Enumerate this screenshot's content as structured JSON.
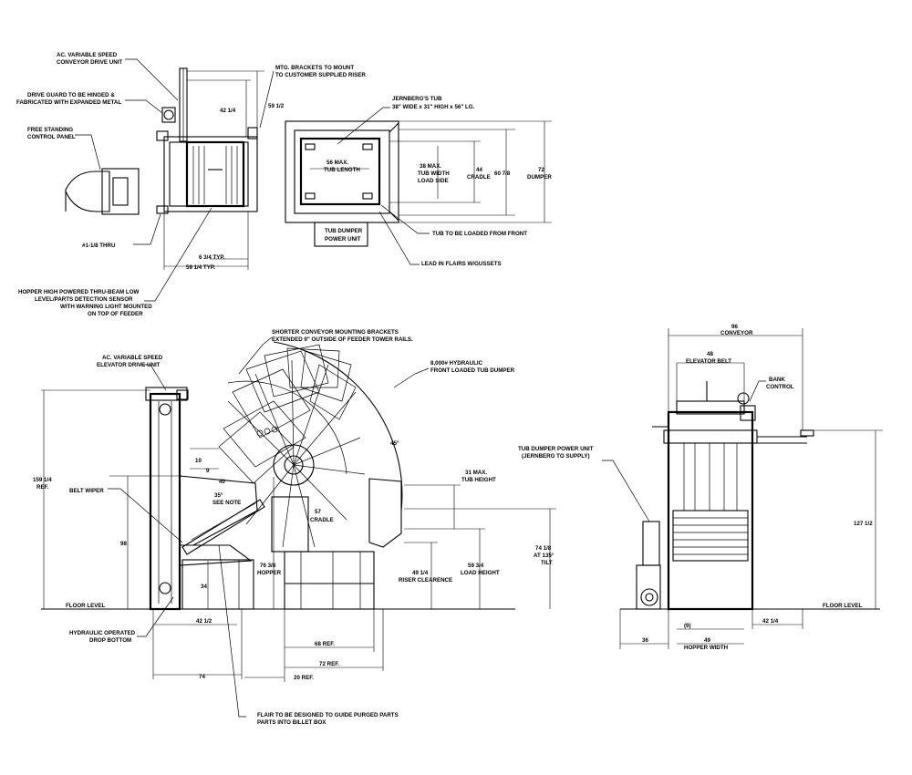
{
  "notes": {
    "ac_conveyor_drive": [
      "AC. VARIABLE SPEED",
      "CONVEYOR DRIVE UNIT"
    ],
    "drive_guard": [
      "DRIVE GUARD TO BE HINGED &",
      "FABRICATED WITH EXPANDED METAL"
    ],
    "control_panel": [
      "FREE STANDING",
      "CONTROL PANEL"
    ],
    "thru_hole": "#1-1/8 THRU",
    "hopper_sensor": [
      "HOPPER HIGH POWERED THRU-BEAM LOW",
      "LEVEL/PARTS DETECTION SENSOR",
      "WITH WARNING LIGHT MOUNTED",
      "ON TOP OF FEEDER"
    ],
    "mtg_brackets": [
      "MTG. BRACKETS TO MOUNT",
      "TO CUSTOMER SUPPLIED RISER"
    ],
    "jernbergs_tub": [
      "JERNBERG'S TUB",
      "38\" WIDE x 31\" HIGH x 56\" LG."
    ],
    "tub_loaded_front": "TUB TO BE LOADED FROM FRONT",
    "lead_in_flairs": "LEAD IN FLAIRS W/GUSSETS",
    "tub_dumper_power_unit_box": [
      "TUB DUMPER",
      "POWER UNIT"
    ],
    "shorter_conveyor": [
      "SHORTER CONVEYOR MOUNTING BRACKETS",
      "EXTENDED 9\" OUTSIDE OF FEEDER TOWER RAILS."
    ],
    "hydraulic_dumper": [
      "8,000# HYDRAULIC",
      "FRONT LOADED TUB DUMPER"
    ],
    "ac_elevator_drive": [
      "AC. VARIABLE SPEED",
      "ELEVATOR DRIVE UNIT"
    ],
    "belt_wiper": "BELT WIPER",
    "see_note": "SEE NOTE",
    "hydraulic_drop_bottom": [
      "HYDRAULIC OPERATED",
      "DROP BOTTOM"
    ],
    "flair_note": [
      "FLAIR TO BE DESIGNED TO GUIDE PURGED PARTS",
      "PARTS INTO BILLET BOX"
    ],
    "tub_dumper_power_unit_right": [
      "TUB DUMPER POWER UNIT",
      "(JERNBERG TO SUPPLY)"
    ],
    "bank_control": [
      "BANK",
      "CONTROL"
    ],
    "floor_level_left": "FLOOR LEVEL",
    "floor_level_right": "FLOOR LEVEL"
  },
  "dimensions": {
    "d42_14_top": "42 1/4",
    "d59_12": "59 1/2",
    "d6_34": "6 3/4 TYP.",
    "d59_14": "59 1/4 TYP.",
    "d56": [
      "56 MAX.",
      "TUB LENGTH"
    ],
    "d38": [
      "38 MAX.",
      "TUB WIDTH",
      "LOAD SIDE"
    ],
    "d44": [
      "44",
      "CRADLE"
    ],
    "d60_78": "60 7/8",
    "d72": [
      "72",
      "DUMPER"
    ],
    "d159_14": [
      "159 1/4",
      "REF."
    ],
    "d98": "98",
    "d10": "10",
    "d9": "9",
    "d40": "40",
    "d35": "35°",
    "d45": "45°",
    "d57": "57",
    "d_cradle": "CRADLE",
    "d31": [
      "31 MAX.",
      "TUB HEIGHT"
    ],
    "d74_18": [
      "74 1/8",
      "AT 135°",
      "TILT"
    ],
    "d59_34": [
      "59 3/4",
      "LOAD HEIGHT"
    ],
    "d49_14": [
      "49 1/4",
      "RISER CLEARENCE"
    ],
    "d76_38": [
      "76 3/8",
      "HOPPER"
    ],
    "d34": "34",
    "d42_12": "42 1/2",
    "d74": "74",
    "d68": "68 REF.",
    "d72ref": "72 REF.",
    "d20": "20 REF.",
    "d96": [
      "96",
      "CONVEYOR"
    ],
    "d48": [
      "48",
      "ELEVATOR BELT"
    ],
    "d127_12": "127 1/2",
    "d36": "36",
    "d9paren": "(9)",
    "d49": [
      "49",
      "HOPPER WIDTH"
    ],
    "d42_14_right": "42 1/4"
  }
}
